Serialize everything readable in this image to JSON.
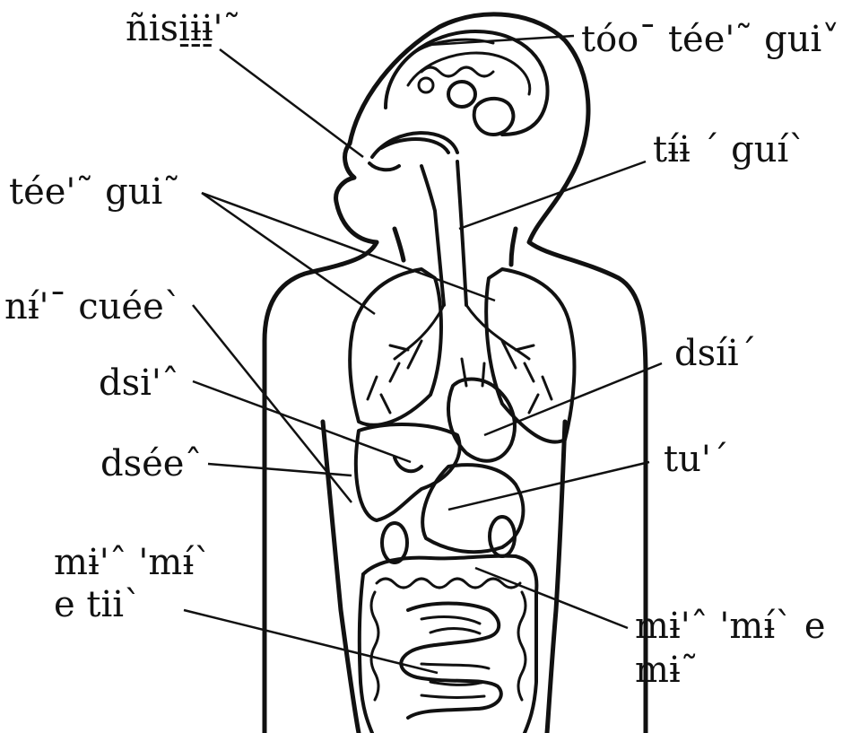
{
  "diagram": {
    "labels": {
      "mouth": "ñisi̠ɨ̠ɨ̠'˜",
      "brain": "tóo¯ tée'˜ gui˅",
      "trachea": "tɨ́ɨ ˊ guíˋ",
      "lungs": "tée'˜ gui˜",
      "liver": "nɨ́'¯ cuéeˋ",
      "gallbladder": "dsi'ˆ",
      "heart": "dsíiˊ",
      "kidney": "dséeˆ",
      "stomach": "tu'ˊ",
      "small_intestine_line1": "mɨ'ˆ 'mɨ́ˋ",
      "small_intestine_line2": "e tiiˋ",
      "large_intestine_line1": "mɨ'ˆ 'mɨ́ˋ e",
      "large_intestine_line2": "mɨ˜"
    }
  }
}
